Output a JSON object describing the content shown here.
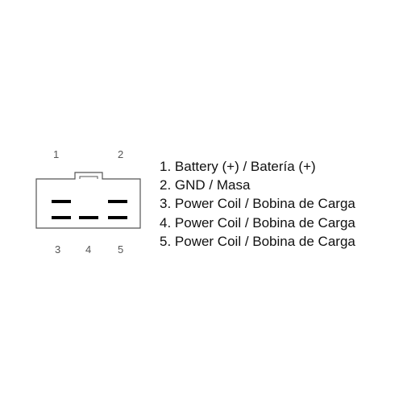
{
  "pin_labels": {
    "p1": "1",
    "p2": "2",
    "p3": "3",
    "p4": "4",
    "p5": "5"
  },
  "legend": [
    "1. Battery (+) / Batería (+)",
    "2. GND / Masa",
    "3. Power Coil / Bobina de Carga",
    "4. Power Coil / Bobina de Carga",
    "5. Power Coil / Bobina de Carga"
  ],
  "colors": {
    "outline": "#555555",
    "terminal": "#000000",
    "text": "#111111"
  }
}
